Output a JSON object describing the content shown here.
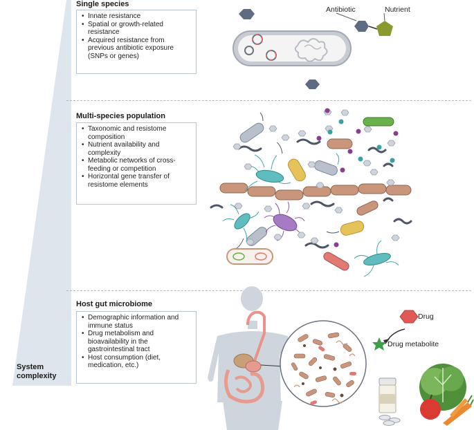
{
  "single": {
    "title": "Single species",
    "bullets": [
      "Innate resistance",
      "Spatial or growth-related resistance",
      "Acquired resistance from previous antibiotic exposure (SNPs or genes)"
    ],
    "antibiotic_label": "Antibiotic",
    "nutrient_label": "Nutrient"
  },
  "multi": {
    "title": "Multi-species population",
    "bullets": [
      "Taxonomic and resistome composition",
      "Nutrient availability and complexity",
      "Metabolic networks of cross-feeding or competition",
      "Horizontal gene transfer of resistome elements"
    ]
  },
  "host": {
    "title": "Host gut microbiome",
    "bullets": [
      "Demographic information and immune status",
      "Drug metabolism and bioavailability in the gastrointestinal tract",
      "Host consumption (diet, medication, etc.)"
    ],
    "drug_label": "Drug",
    "drug_metabolite_label": "Drug metabolite"
  },
  "axis": {
    "label_line1": "System",
    "label_line2": "complexity"
  },
  "colors": {
    "wedge": "#dfe5ec",
    "panel_border": "#b8c4cf",
    "antibiotic": "#5e6b82",
    "nutrient": "#8a9a2e",
    "drug": "#e05a55",
    "drug_metabolite": "#3e9d4a"
  }
}
